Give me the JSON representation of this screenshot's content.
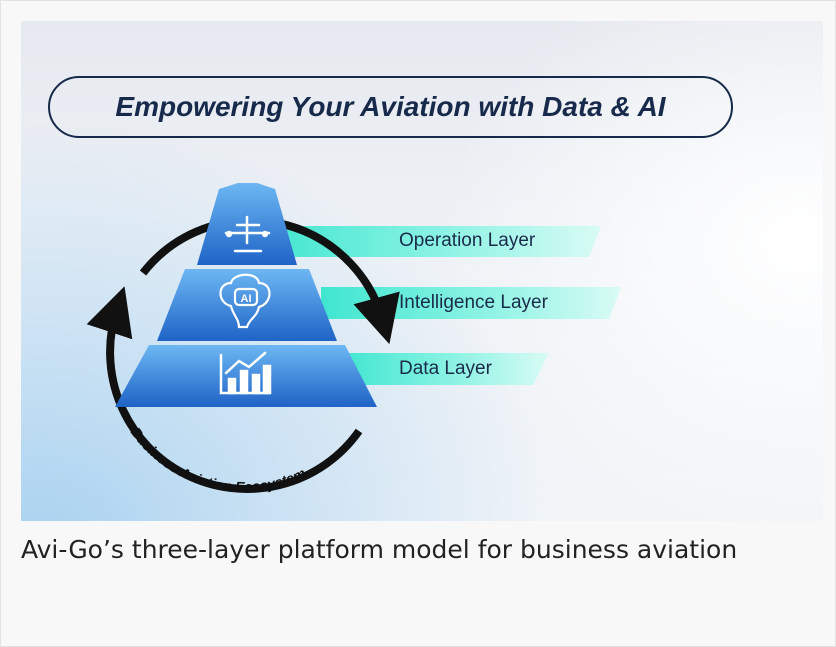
{
  "figure": {
    "title": "Empowering Your Aviation with Data & AI",
    "layers": [
      {
        "label": "Operation Layer",
        "icon": "airplane-icon"
      },
      {
        "label": "Intelligence Layer",
        "icon": "ai-brain-icon",
        "icon_text": "AI"
      },
      {
        "label": "Data Layer",
        "icon": "bar-chart-icon"
      }
    ],
    "cycle_label": "Business Aviation Ecosystem",
    "colors": {
      "title": "#172a4b",
      "pyramid_light": "#6bb4f1",
      "pyramid_dark": "#1d5fc4",
      "band": "#4fe8d4",
      "arrow": "#111111"
    }
  },
  "caption": "Avi-Go’s three-layer platform model for business aviation"
}
